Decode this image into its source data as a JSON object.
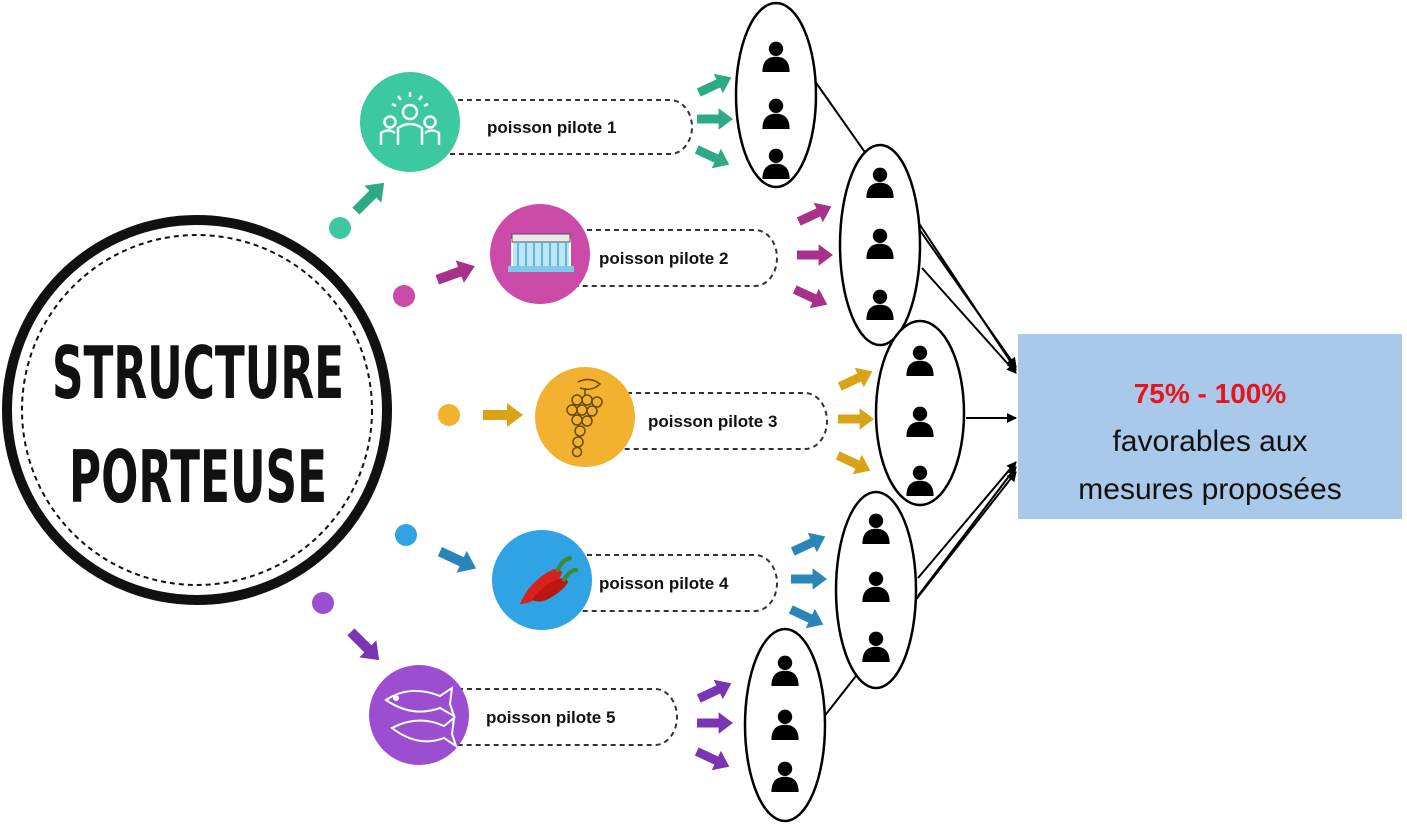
{
  "center": {
    "line1": "STRUCTURE",
    "line2": "PORTEUSE"
  },
  "pilots": [
    {
      "label": "poisson pilote 1",
      "color": "#3cc9a0",
      "icon": "people-icon"
    },
    {
      "label": "poisson pilote 2",
      "color": "#cc4aa8",
      "icon": "dam-icon"
    },
    {
      "label": "poisson pilote 3",
      "color": "#f2b230",
      "icon": "grapes-icon"
    },
    {
      "label": "poisson pilote 4",
      "color": "#2fa3e3",
      "icon": "chili-pepper-icon"
    },
    {
      "label": "poisson pilote 5",
      "color": "#9b4fd0",
      "icon": "fish-icon"
    }
  ],
  "arrow_colors": [
    "#2faa86",
    "#a8308a",
    "#d9a317",
    "#2a86b8",
    "#7a35b5"
  ],
  "result": {
    "percent": "75% - 100%",
    "line1": "favorables aux",
    "line2": "mesures proposées",
    "box_color": "#a9c8ea",
    "percent_color": "#e8141c"
  }
}
